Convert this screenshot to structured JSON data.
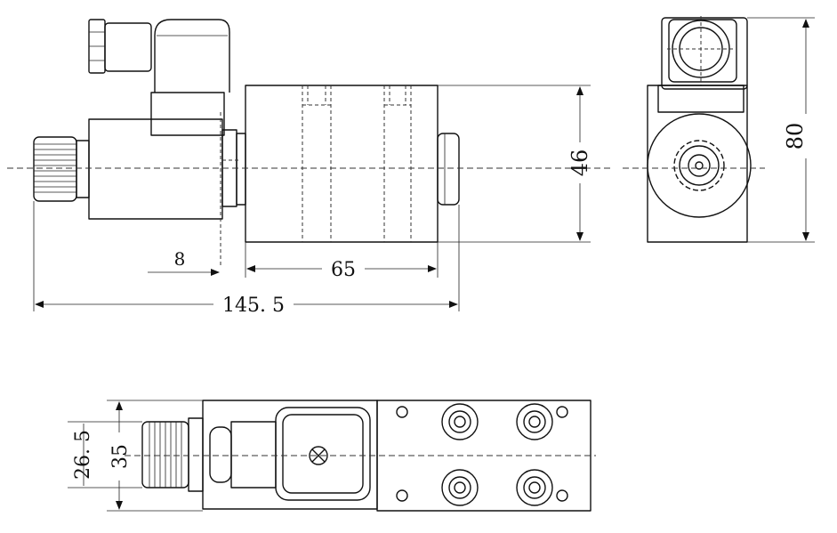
{
  "dimensions": {
    "d8": "8",
    "d65": "65",
    "d145": "145. 5",
    "d46": "46",
    "d80": "80",
    "d26": "26. 5",
    "d35": "35"
  }
}
